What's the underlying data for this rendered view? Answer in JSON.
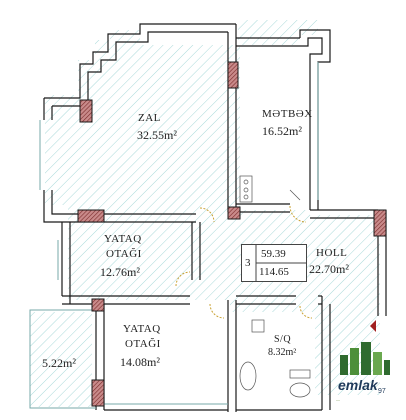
{
  "rooms": {
    "zal": {
      "name": "ZAL",
      "area": "32.55m²"
    },
    "metbex": {
      "name": "MƏTBƏX",
      "area": "16.52m²"
    },
    "yataq1": {
      "name_line1": "YATAQ",
      "name_line2": "OTAĞI",
      "area": "12.76m²"
    },
    "yataq2": {
      "name_line1": "YATAQ",
      "name_line2": "OTAĞI",
      "area": "14.08m²"
    },
    "holl": {
      "name": "HOLL",
      "area": "22.70m²"
    },
    "sq": {
      "name": "S/Q",
      "area": "8.32m²"
    },
    "balcony": {
      "area": "5.22m²"
    }
  },
  "unit": {
    "rooms": "3",
    "living_area": "59.39",
    "total_area": "114.65"
  },
  "logo": {
    "text": "emlak",
    "number": "97",
    "tagline": "—"
  },
  "colors": {
    "wall": "#1a1a1a",
    "hatch": "#9ed2d2",
    "pillar": "#a05050"
  }
}
